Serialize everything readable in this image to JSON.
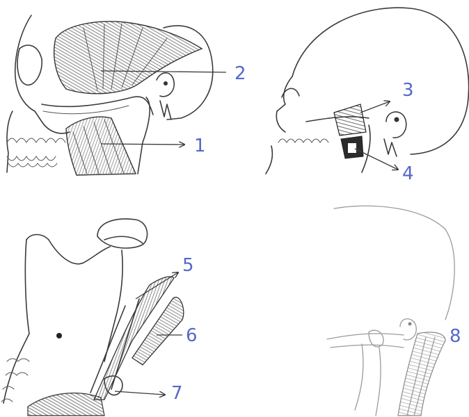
{
  "labels": [
    {
      "id": "1",
      "text": "1"
    },
    {
      "id": "2",
      "text": "2"
    },
    {
      "id": "3",
      "text": "3"
    },
    {
      "id": "4",
      "text": "4"
    },
    {
      "id": "5",
      "text": "5"
    },
    {
      "id": "6",
      "text": "6"
    },
    {
      "id": "7",
      "text": "7"
    },
    {
      "id": "8",
      "text": "8"
    }
  ],
  "colors": {
    "label": "#5567cc",
    "pencil": "#3a3a3a",
    "faint": "#9a9a9a",
    "background": "#ffffff"
  }
}
